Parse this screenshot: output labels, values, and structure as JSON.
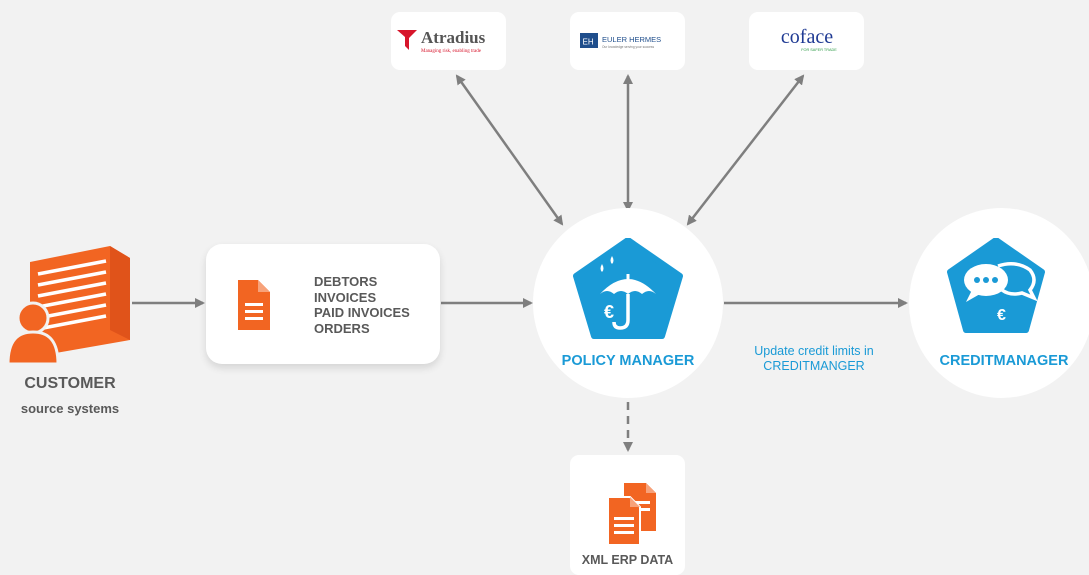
{
  "customer": {
    "title": "CUSTOMER",
    "subtitle": "source systems",
    "icon": "customer-building-icon"
  },
  "data_card": {
    "items": [
      "DEBTORS",
      "INVOICES",
      "PAID INVOICES",
      "ORDERS"
    ],
    "icon": "document-icon"
  },
  "insurers": [
    {
      "name": "Atradius",
      "tagline": "Managing risk, enabling trade"
    },
    {
      "name": "EULER HERMES",
      "tagline": "Our knowledge serving your success"
    },
    {
      "name": "coface",
      "tagline": "FOR SAFER TRADE"
    }
  ],
  "policy_manager": {
    "label": "POLICY MANAGER",
    "icon": "umbrella-euro-icon"
  },
  "credit_manager": {
    "label": "CREDITMANAGER",
    "icon": "chat-euro-icon"
  },
  "update_caption": {
    "line1": "Update credit limits in",
    "line2": "CREDITMANGER"
  },
  "xml": {
    "label": "XML ERP DATA",
    "icon": "xml-documents-icon"
  },
  "colors": {
    "accent_blue": "#1a9ad6",
    "orange": "#f26522",
    "arrow_grey": "#7f7f7f",
    "text_grey": "#595959"
  }
}
